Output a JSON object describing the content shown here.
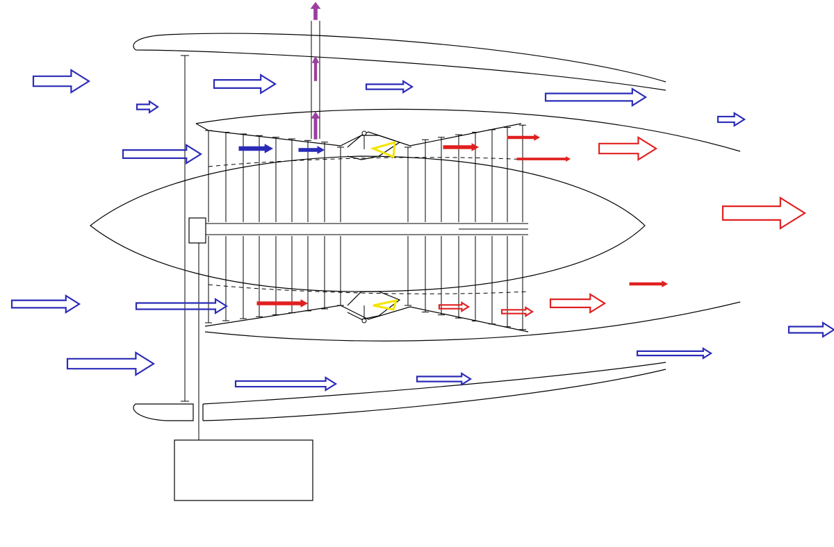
{
  "colors": {
    "background": "#ffffff",
    "outline": "#000000",
    "cold_flow": "#2b2bb8",
    "hot_flow": "#e02020",
    "bleed_flow": "#9b3fa0",
    "combustion": "#f5e400"
  },
  "icons": {
    "cold_flow": "hollow-arrow-right",
    "hot_flow": "hollow-arrow-right",
    "bleed_flow": "arrow-up",
    "combustion": "triangle-left"
  }
}
